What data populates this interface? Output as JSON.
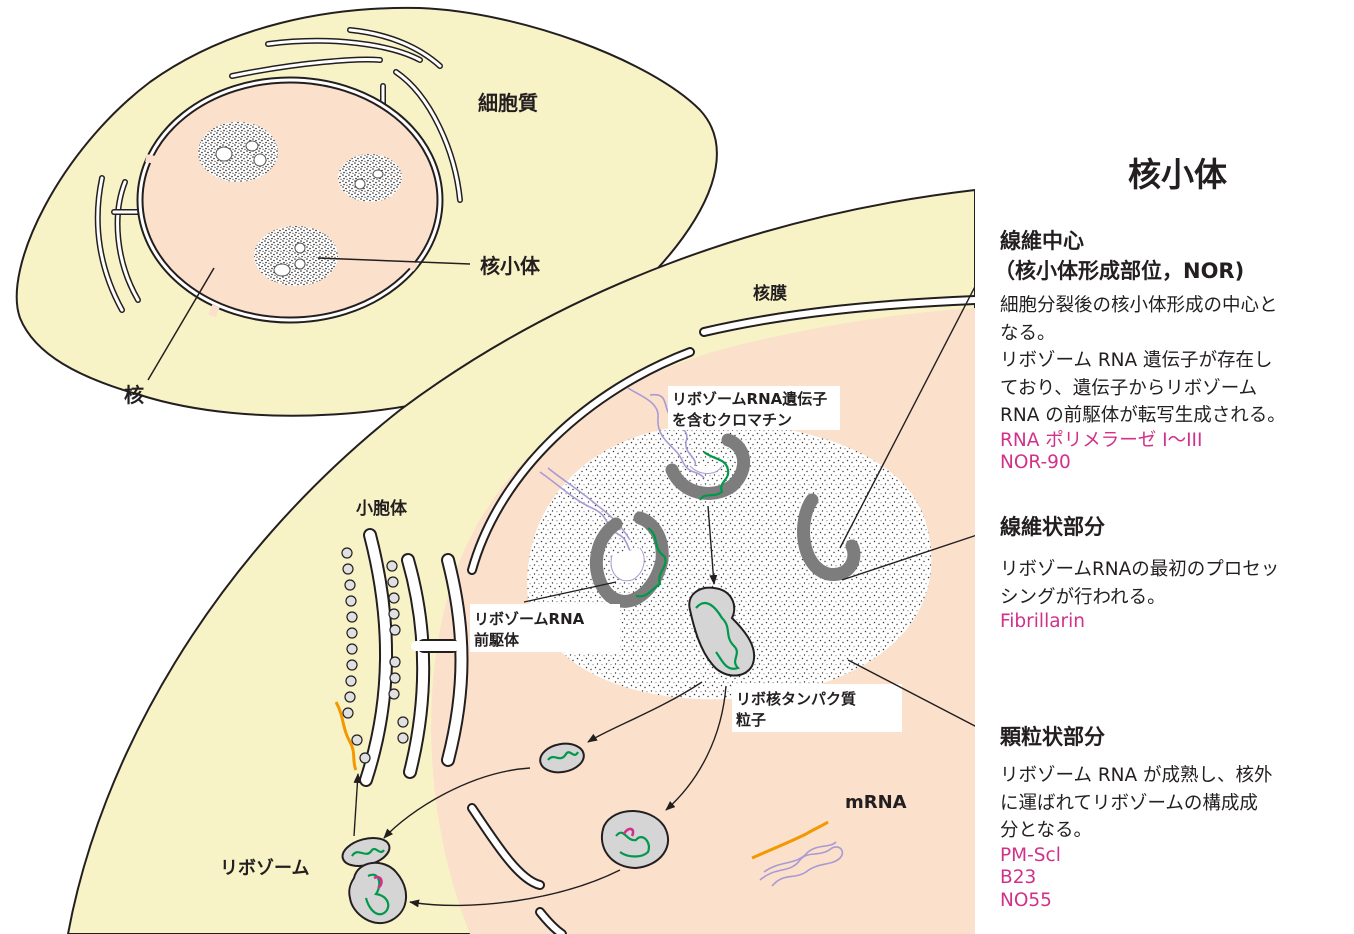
{
  "title": "核小体",
  "colors": {
    "cytoplasm": "#f8f3c6",
    "nucleus": "#fbe0cb",
    "outline": "#231f20",
    "chromatin": "#00984a",
    "chromatin_dna": "#a99bd2",
    "rna_red": "#d1318a",
    "mrna_orange": "#f39800",
    "fibrillar": "#7d7d7d",
    "particle": "#d5d5d5",
    "accent_text": "#d1318a"
  },
  "small_cell": {
    "cytoplasm_label": "細胞質",
    "nucleolus_label": "核小体",
    "nucleus_label": "核"
  },
  "big_cell": {
    "nuclear_membrane_label": "核膜",
    "chromatin_label": [
      "リボゾームRNA遺伝子",
      "を含むクロマチン"
    ],
    "golgi_label": "小胞体",
    "precursor_label": [
      "リボゾームRNA",
      "前駆体"
    ],
    "rnp_label": [
      "リボ核タンパク質",
      "粒子"
    ],
    "ribosome_label": "リボゾーム",
    "mrna_label": "mRNA"
  },
  "sections": [
    {
      "heading": [
        "線維中心",
        "（核小体形成部位，NOR)"
      ],
      "text": [
        "細胞分裂後の核小体形成の中心と",
        "なる。",
        "リボゾーム RNA 遺伝子が存在し",
        "ており、遺伝子からリボゾーム",
        "RNA の前駆体が転写生成される。"
      ],
      "markers": [
        "RNA ポリメラーゼ I～III",
        "NOR-90"
      ]
    },
    {
      "heading": [
        "線維状部分"
      ],
      "text": [
        "リボゾームRNAの最初のプロセッ",
        "シングが行われる。"
      ],
      "markers": [
        "Fibrillarin"
      ]
    },
    {
      "heading": [
        "顆粒状部分"
      ],
      "text": [
        "リボゾーム RNA が成熟し、核外",
        "に運ばれてリボゾームの構成成",
        "分となる。"
      ],
      "markers": [
        "PM-Scl",
        "B23",
        "NO55"
      ]
    }
  ]
}
